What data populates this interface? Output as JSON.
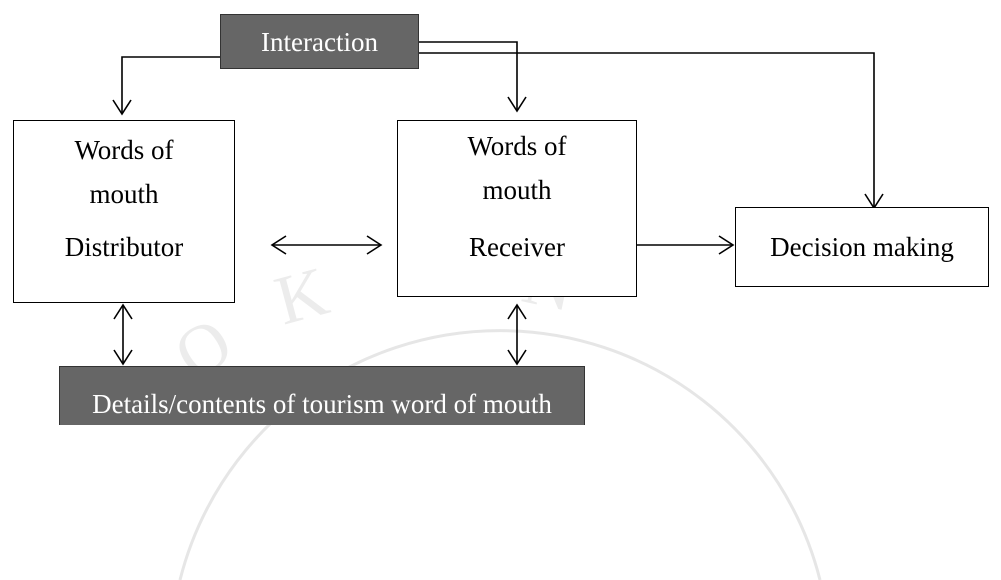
{
  "diagram": {
    "interaction": "Interaction",
    "distributor": {
      "line1": "Words of",
      "line2": "mouth",
      "line3": "Distributor"
    },
    "receiver": {
      "line1": "Words of",
      "line2": "mouth",
      "line3": "Receiver"
    },
    "decision": "Decision making",
    "details": "Details/contents of tourism word of mouth"
  },
  "watermark": {
    "letters": "OKUN"
  }
}
